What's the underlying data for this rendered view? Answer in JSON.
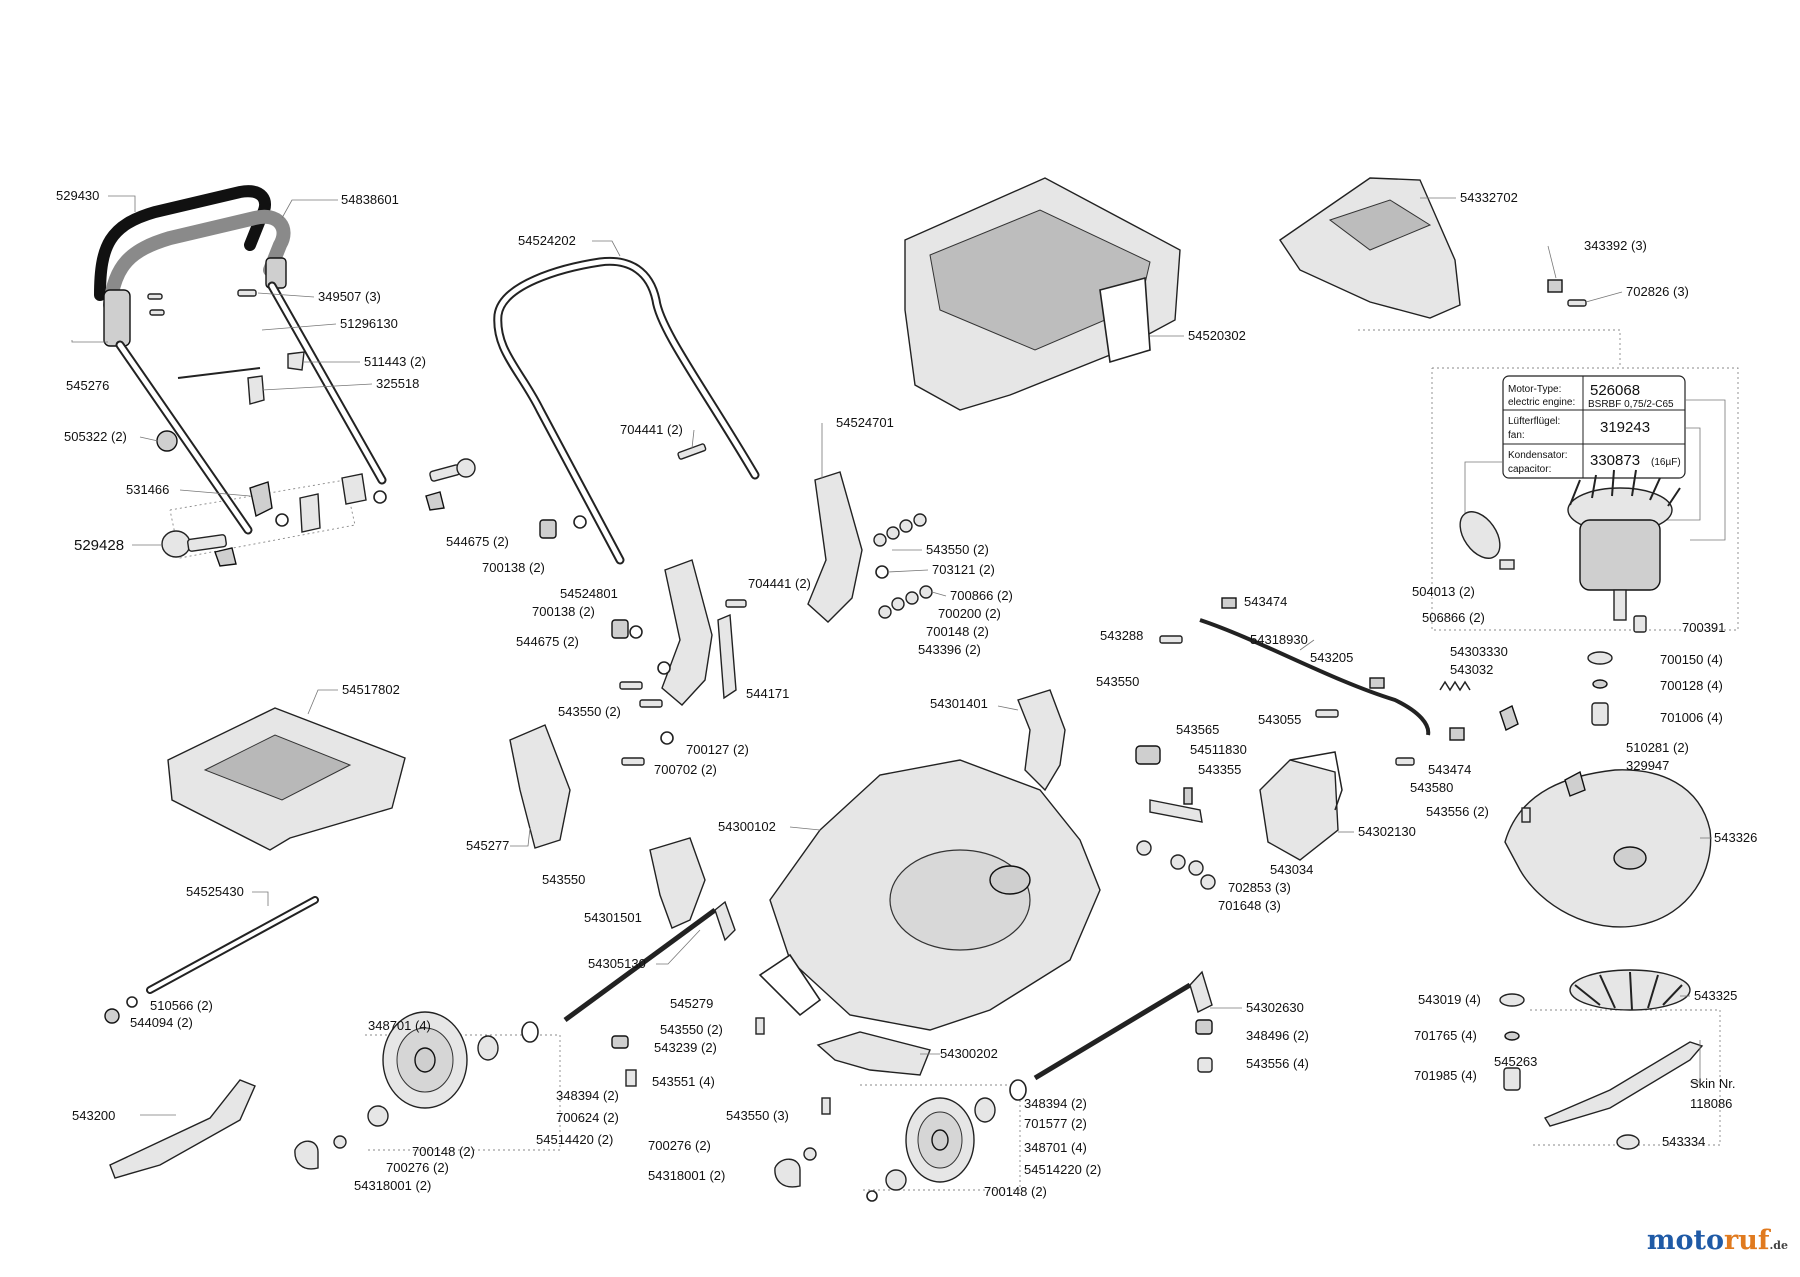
{
  "labels": {
    "l529430": "529430",
    "l54838601": "54838601",
    "l349507": "349507 (3)",
    "l51296130": "51296130",
    "l511443": "511443 (2)",
    "l325518": "325518",
    "l545276": "545276",
    "l505322": "505322 (2)",
    "l531466": "531466",
    "l529428": "529428",
    "l54524202": "54524202",
    "l704441a": "704441 (2)",
    "l54524701": "54524701",
    "l544675a": "544675 (2)",
    "l700138a": "700138 (2)",
    "l543550a": "543550 (2)",
    "l703121": "703121 (2)",
    "l54524801": "54524801",
    "l704441b": "704441 (2)",
    "l700138b": "700138 (2)",
    "l700866": "700866 (2)",
    "l700200": "700200 (2)",
    "l700148a": "700148 (2)",
    "l544675b": "544675 (2)",
    "l543396": "543396 (2)",
    "l544171": "544171",
    "l543550b": "543550 (2)",
    "l700127": "700127 (2)",
    "l700702": "700702 (2)",
    "l54520302": "54520302",
    "l54332702": "54332702",
    "l343392": "343392 (3)",
    "l702826": "702826 (3)",
    "l54517802": "54517802",
    "l545277": "545277",
    "l543550c": "543550",
    "l54301501": "54301501",
    "l54300102": "54300102",
    "l54301401": "54301401",
    "l543550d": "543550",
    "l543474a": "543474",
    "l543288": "543288",
    "l54318930": "54318930",
    "l543205": "543205",
    "l54303330": "54303330",
    "l543032": "543032",
    "l543055": "543055",
    "l543565": "543565",
    "l54511830": "54511830",
    "l543355": "543355",
    "l543474b": "543474",
    "l543580": "543580",
    "l54302130": "54302130",
    "l543034": "543034",
    "l702853": "702853 (3)",
    "l701648": "701648 (3)",
    "l504013": "504013 (2)",
    "l506866": "506866 (2)",
    "l700391": "700391",
    "l700150": "700150 (4)",
    "l700128": "700128 (4)",
    "l701006": "701006 (4)",
    "l510281": "510281 (2)",
    "l329947": "329947",
    "l543556a": "543556 (2)",
    "l543326": "543326",
    "l54525430": "54525430",
    "l510566": "510566 (2)",
    "l544094": "544094 (2)",
    "l54305130": "54305130",
    "l545279": "545279",
    "l543550e": "543550 (2)",
    "l543239": "543239 (2)",
    "l543551": "543551 (4)",
    "l348701a": "348701 (4)",
    "l348394a": "348394 (2)",
    "l700624": "700624 (2)",
    "l54514420": "54514420 (2)",
    "l700148b": "700148 (2)",
    "l700276a": "700276 (2)",
    "l54318001a": "54318001 (2)",
    "l543200": "543200",
    "l54300202": "54300202",
    "l543550f": "543550 (3)",
    "l700276b": "700276 (2)",
    "l54318001b": "54318001 (2)",
    "l54302630": "54302630",
    "l348496": "348496 (2)",
    "l543556b": "543556 (4)",
    "l348394b": "348394 (2)",
    "l701577": "701577 (2)",
    "l348701b": "348701 (4)",
    "l54514220": "54514220 (2)",
    "l700148c": "700148 (2)",
    "l543019": "543019 (4)",
    "l543325": "543325",
    "l701765": "701765 (4)",
    "l545263": "545263",
    "l701985": "701985 (4)",
    "l543334": "543334",
    "lskin1": "Skin Nr.",
    "lskin2": "118086"
  },
  "motor_table": {
    "row1_de": "Motor-Type:",
    "row1_en": "electric engine:",
    "row1_val": "526068",
    "row1_sub": "BSRBF 0,75/2-C65",
    "row2_de": "Lüfterflügel:",
    "row2_en": "fan:",
    "row2_val": "319243",
    "row3_de": "Kondensator:",
    "row3_en": "capacitor:",
    "row3_val": "330873",
    "row3_sub": "(16µF)"
  },
  "brand": {
    "name_colored": "moto",
    "name_rest": "ruf",
    "suffix": ".de",
    "color_main": "#1f5aa6",
    "color_accent": "#e07a1f"
  }
}
